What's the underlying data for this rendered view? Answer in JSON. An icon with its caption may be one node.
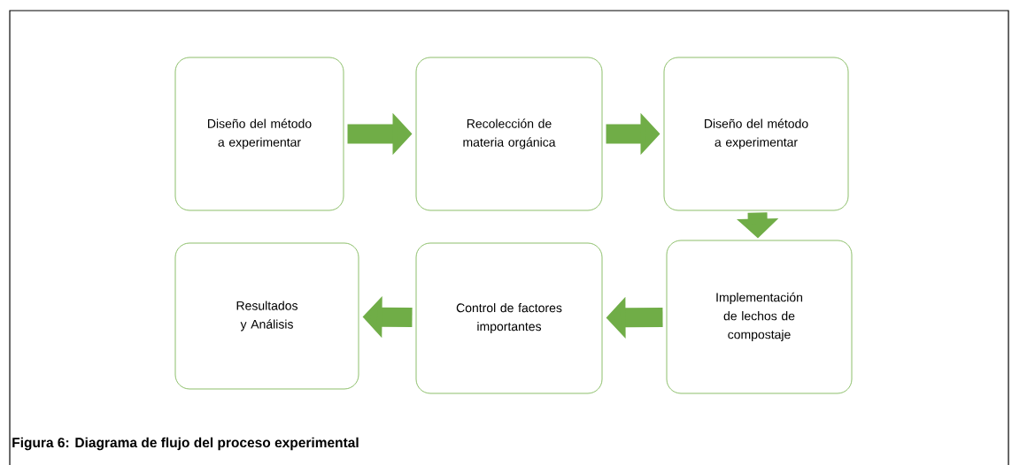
{
  "diagram": {
    "caption": "Figura 6: Diagrama de flujo del proceso experimental",
    "nodes": [
      {
        "text": [
          "Diseño del método a experimentar"
        ]
      },
      {
        "text": [
          "Recolección de materia orgánica"
        ]
      },
      {
        "text": [
          "Diseño del método a experimentar"
        ]
      },
      {
        "text": [
          "Implementación de lechos de compostaje"
        ]
      },
      {
        "text": [
          "Control de factores importantes"
        ]
      },
      {
        "text": [
          "Resultados  y Análisis"
        ]
      }
    ],
    "edges": [
      {
        "from": 0,
        "to": 1,
        "arrow": "to"
      },
      {
        "from": 1,
        "to": 2,
        "arrow": "to"
      },
      {
        "from": 2,
        "to": 3,
        "arrow": "to"
      },
      {
        "from": 3,
        "to": 4,
        "arrow": "to"
      },
      {
        "from": 4,
        "to": 5,
        "arrow": "to"
      }
    ]
  }
}
